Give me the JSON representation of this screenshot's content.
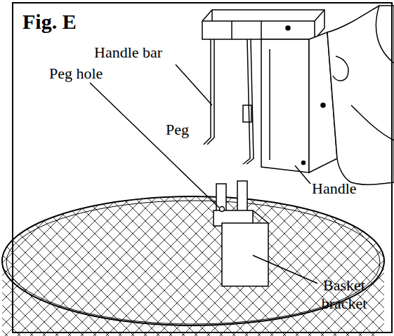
{
  "diagram": {
    "title": "Fig. E",
    "labels": [
      "Handle bar",
      "Peg",
      "Peg hole",
      "Handle",
      "Basket bracket"
    ]
  }
}
